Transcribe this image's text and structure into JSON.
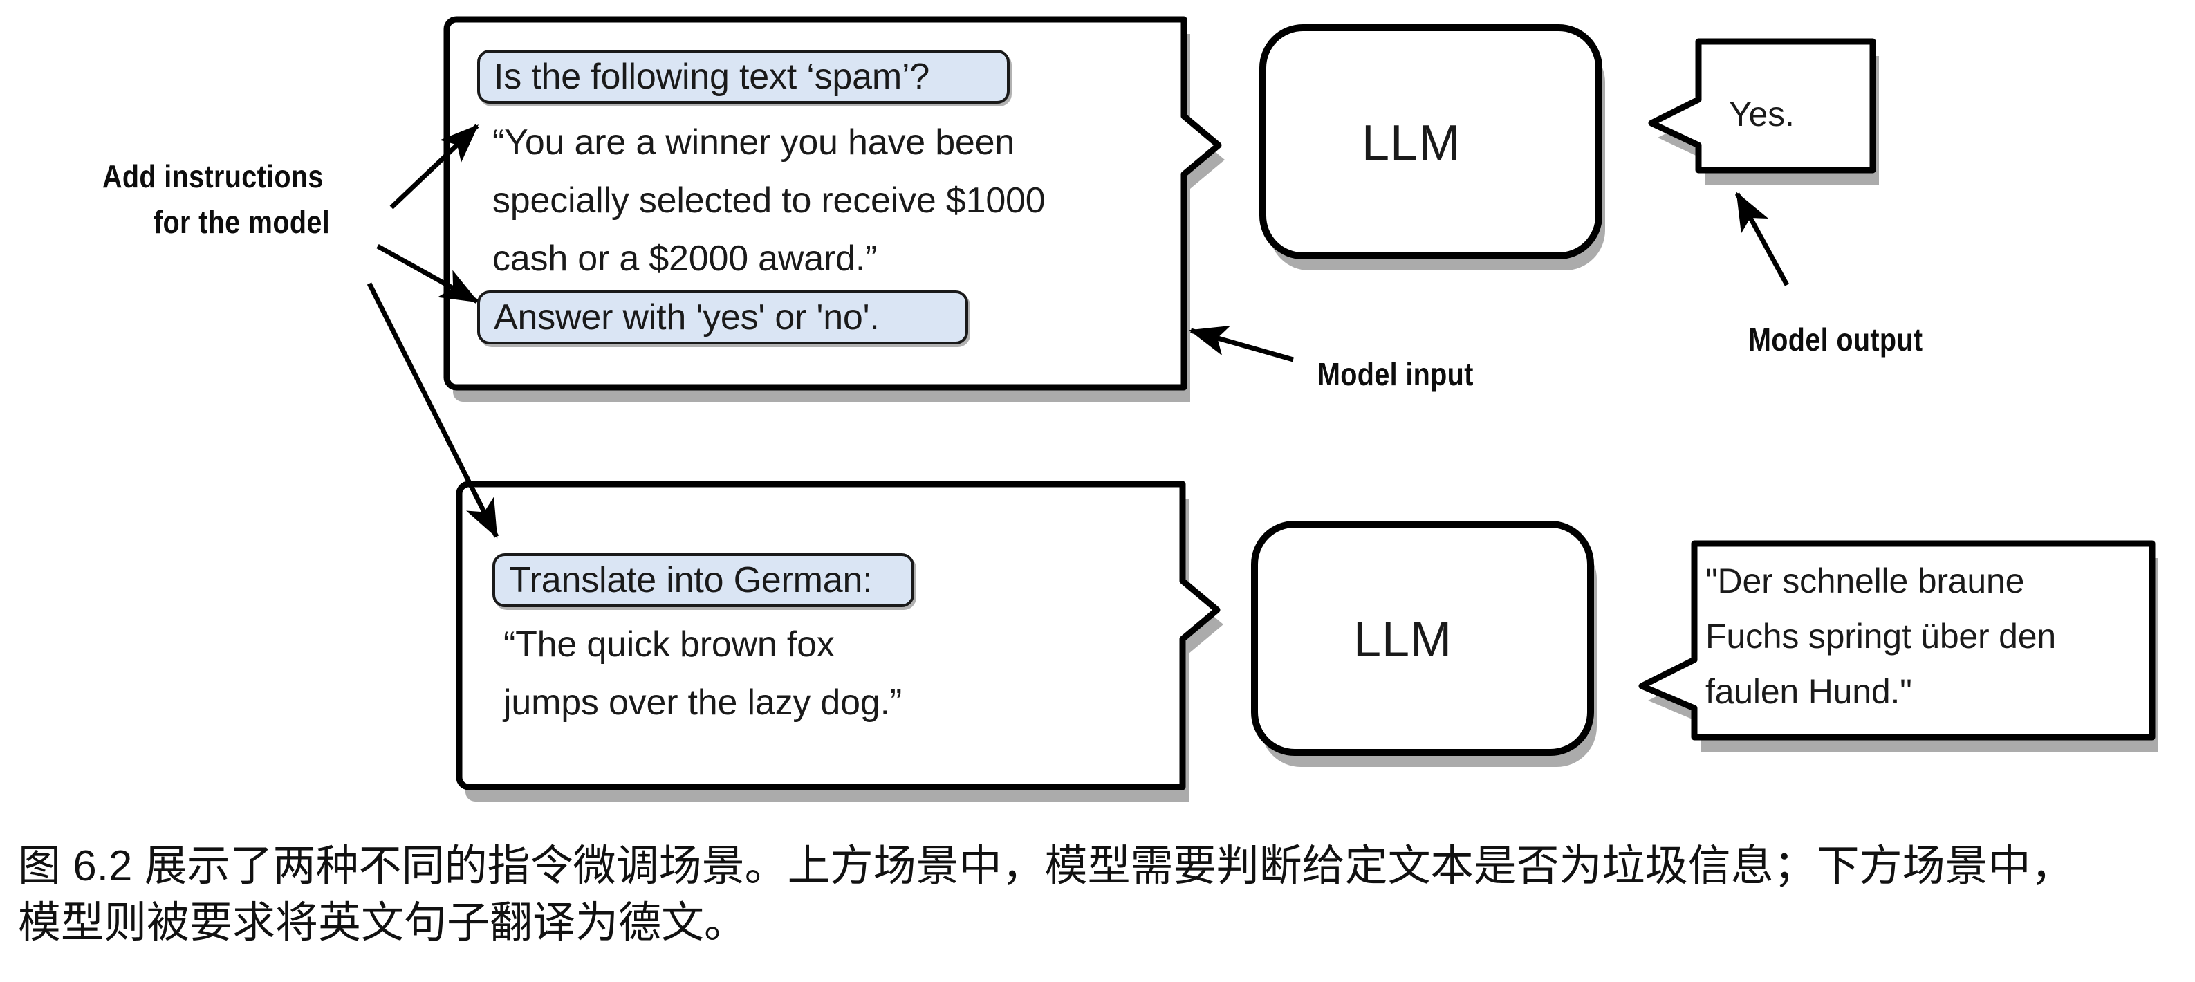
{
  "figure": {
    "scenarios": [
      {
        "id": "spam-classification",
        "input_box": {
          "instruction_top": "Is the following text ‘spam’?",
          "content_lines": [
            "“You are a winner you have been",
            "specially selected to receive $1000",
            "cash or a $2000 award.”"
          ],
          "instruction_bottom": "Answer with 'yes' or 'no'."
        },
        "model": {
          "label": "LLM"
        },
        "output_box": {
          "lines": [
            "Yes."
          ]
        }
      },
      {
        "id": "german-translation",
        "input_box": {
          "instruction_top": "Translate into German:",
          "content_lines": [
            "“The quick brown fox",
            "jumps over the lazy dog.”"
          ],
          "instruction_bottom": null
        },
        "model": {
          "label": "LLM"
        },
        "output_box": {
          "lines": [
            "\"Der schnelle braune",
            "Fuchs springt über den",
            "faulen Hund.\""
          ]
        }
      }
    ],
    "annotations": {
      "add_instructions": {
        "line1": "Add instructions",
        "line2": "for the model"
      },
      "model_input": "Model input",
      "model_output": "Model output"
    },
    "colors": {
      "instruction_highlight": "#dae5f4",
      "stroke": "#000000",
      "text": "#1a1a1a",
      "background": "#ffffff"
    }
  },
  "caption": {
    "line1": "图 6.2 展示了两种不同的指令微调场景。上方场景中，模型需要判断给定文本是否为垃圾信息；下方场景中，",
    "line2": "模型则被要求将英文句子翻译为德文。"
  }
}
